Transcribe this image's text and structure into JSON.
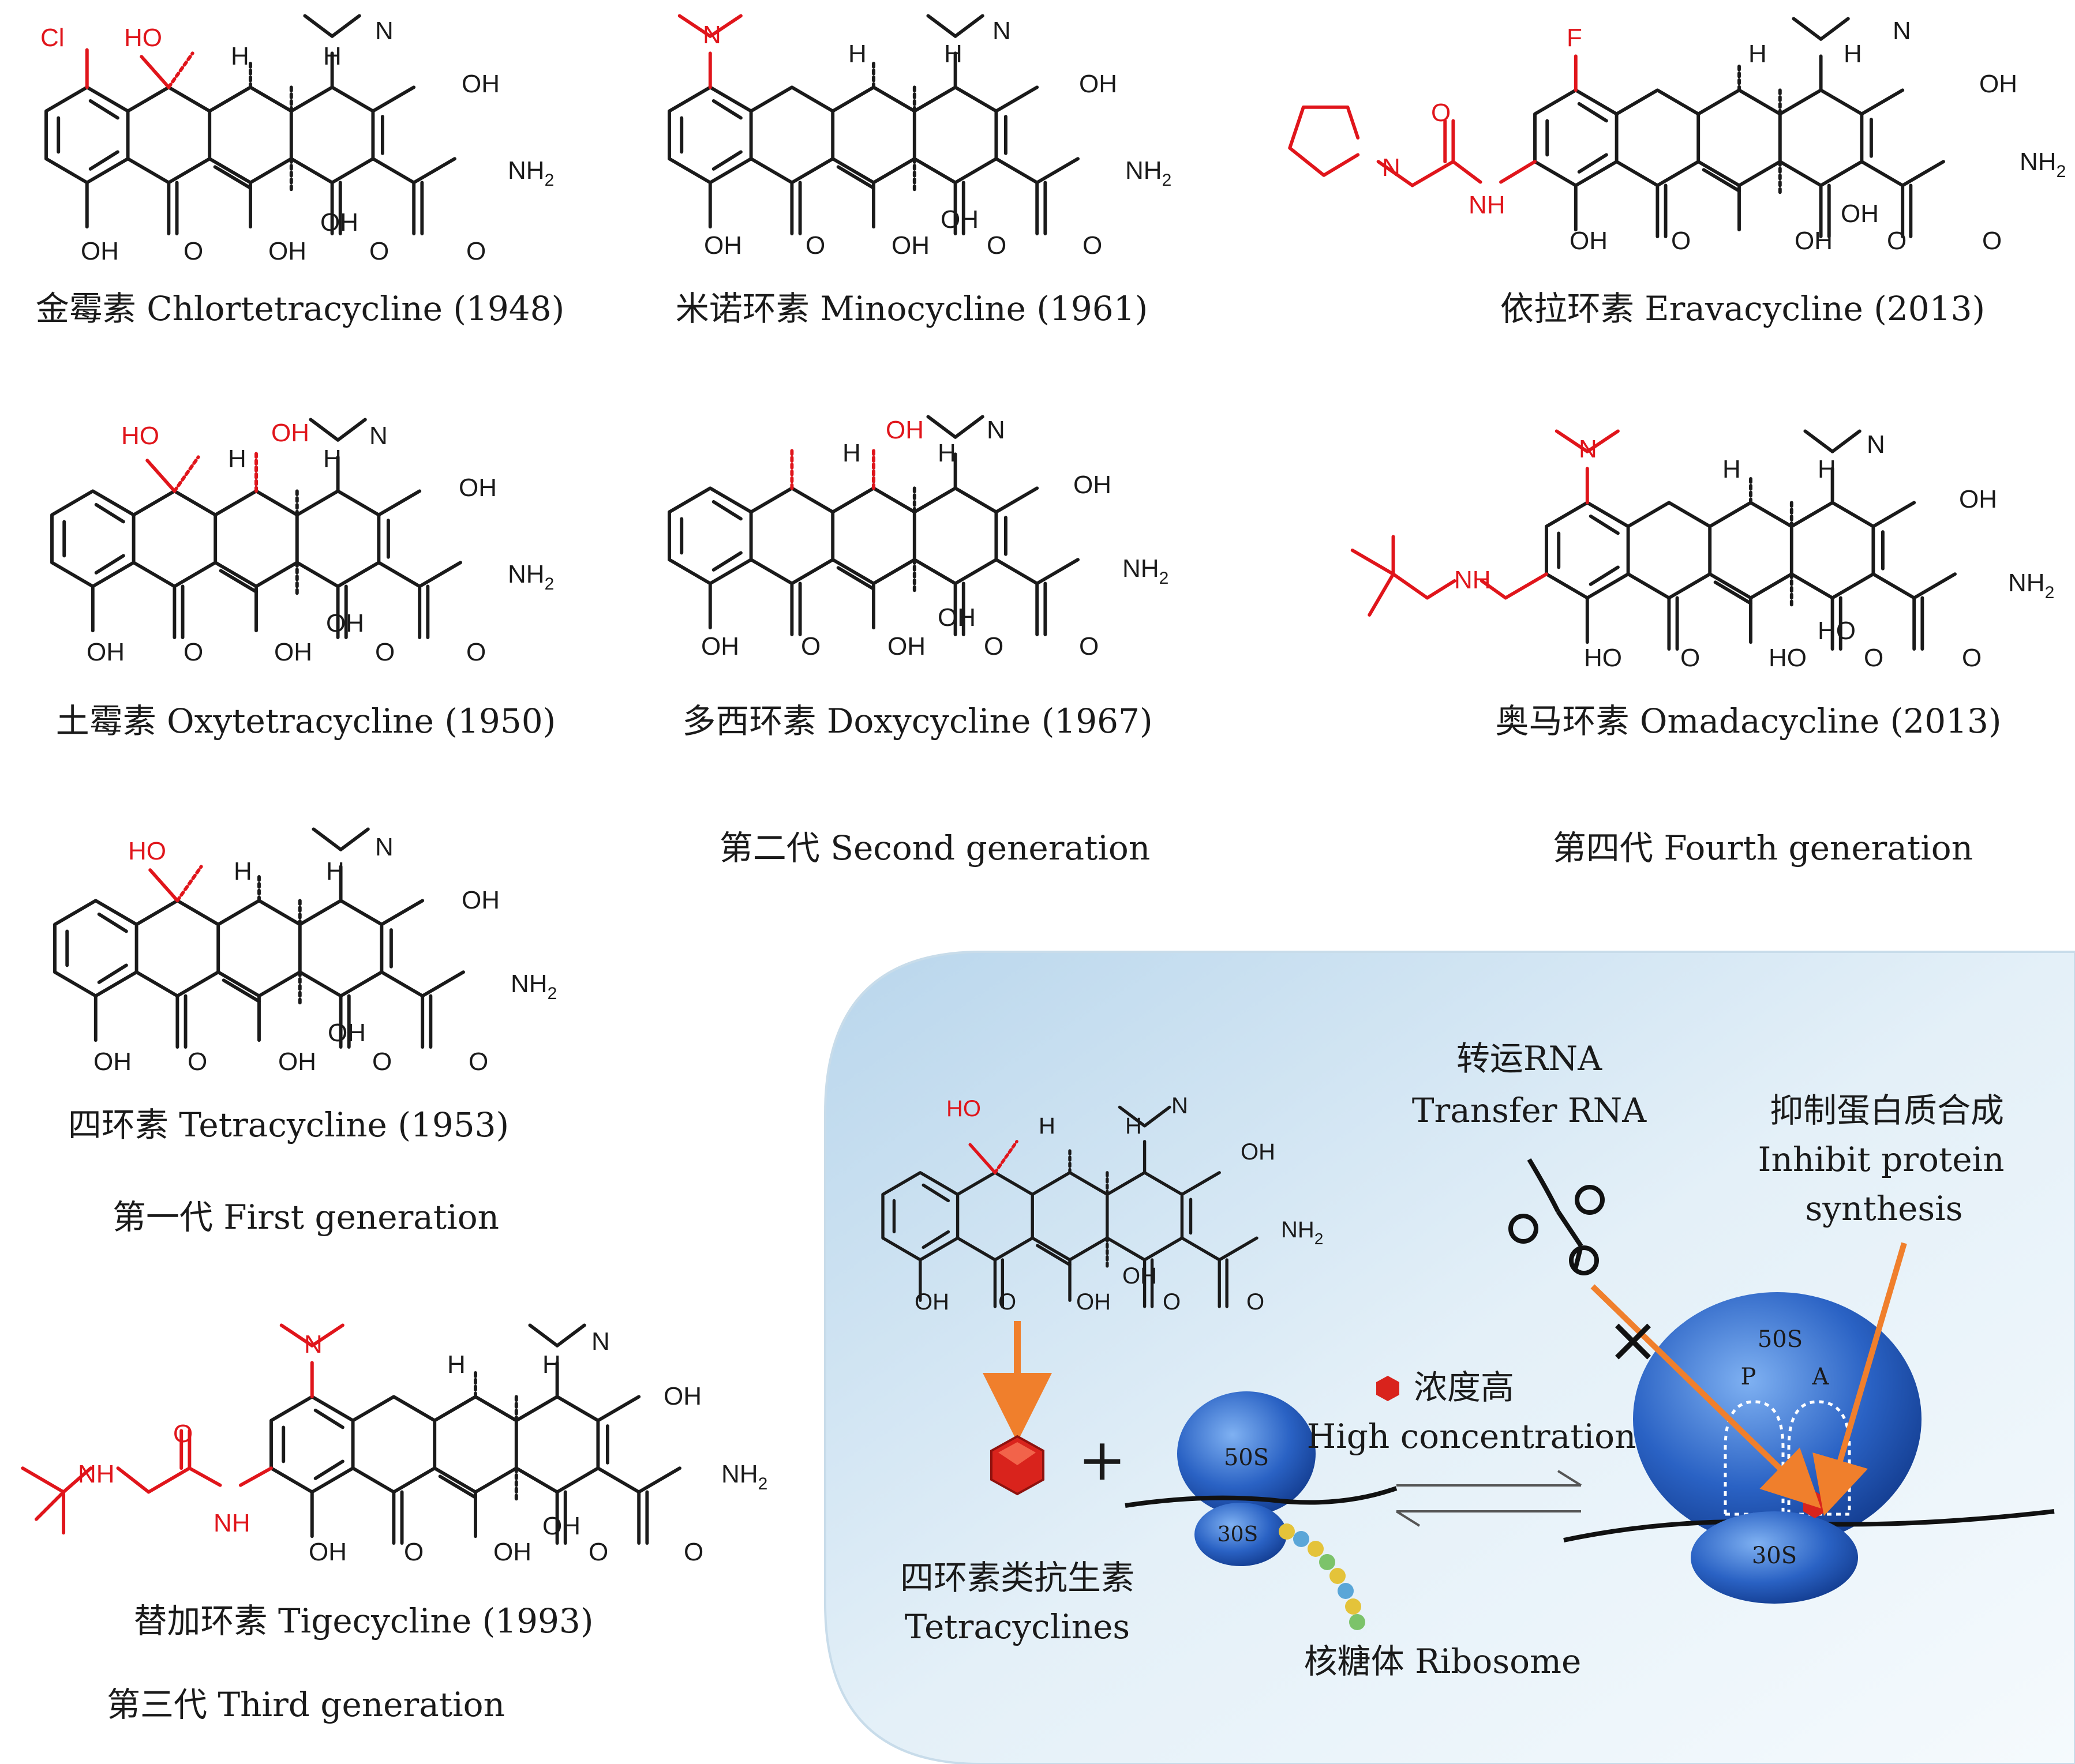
{
  "colors": {
    "bond": "#1a1a1a",
    "highlight": "#e0151b",
    "ribosome": "#2a62c4",
    "arrow": "#f07f2c",
    "cell": "#cfe3f1"
  },
  "compounds": [
    {
      "id": "chlortetracycline",
      "label": "金霉素 Chlortetracycline (1948)"
    },
    {
      "id": "minocycline",
      "label": "米诺环素 Minocycline (1961)"
    },
    {
      "id": "eravacycline",
      "label": "依拉环素 Eravacycline (2013)"
    },
    {
      "id": "oxytetracycline",
      "label": "土霉素 Oxytetracycline (1950)"
    },
    {
      "id": "doxycycline",
      "label": "多西环素 Doxycycline (1967)"
    },
    {
      "id": "omadacycline",
      "label": "奥马环素 Omadacycline (2013)"
    },
    {
      "id": "tetracycline",
      "label": "四环素 Tetracycline (1953)"
    },
    {
      "id": "tigecycline",
      "label": "替加环素 Tigecycline  (1993)"
    }
  ],
  "generations": {
    "first": "第一代 First generation",
    "second": "第二代 Second generation",
    "third": "第三代 Third generation",
    "fourth": "第四代 Fourth generation"
  },
  "atoms": {
    "oh": "OH",
    "ho": "HO",
    "o": "O",
    "n": "N",
    "h": "H",
    "nh": "NH",
    "nh2_main": "NH",
    "sub2": "2",
    "cl": "Cl",
    "f": "F"
  },
  "mechanism": {
    "tetracyclines_cn": "四环素类抗生素",
    "tetracyclines_en": "Tetracyclines",
    "plus": "+",
    "ribosome_label": "核糖体 Ribosome",
    "large_subunit": "50S",
    "small_subunit": "30S",
    "high_conc_cn": "浓度高",
    "high_conc_en": "High concentration",
    "trna_cn": "转运RNA",
    "trna_en": "Transfer RNA",
    "inhibit_cn": "抑制蛋白质合成",
    "inhibit_en_1": "Inhibit protein",
    "inhibit_en_2": "synthesis",
    "site_p": "P",
    "site_a": "A",
    "block_mark": "×"
  }
}
